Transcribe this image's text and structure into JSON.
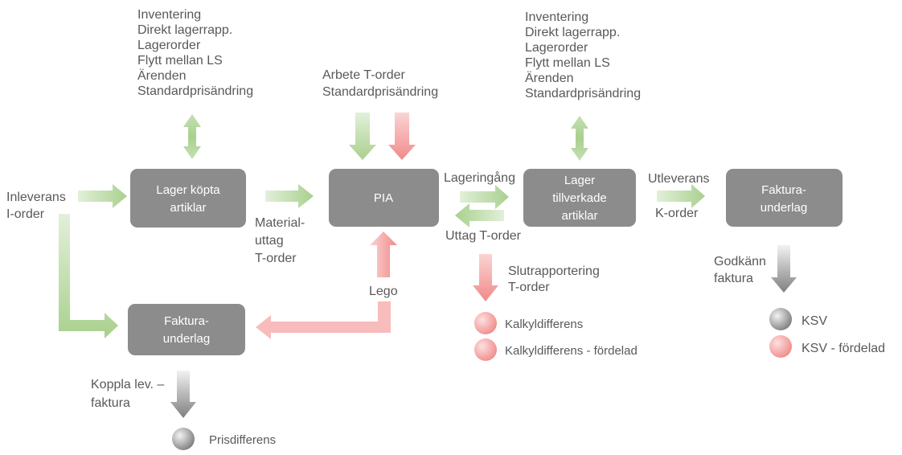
{
  "boxes": {
    "lager_kopta": [
      "Lager köpta",
      "artiklar"
    ],
    "pia": [
      "PIA"
    ],
    "lager_tillverkade": [
      "Lager",
      "tillverkade",
      "artiklar"
    ],
    "faktura_right": [
      "Faktura-",
      "underlag"
    ],
    "faktura_left": [
      "Faktura-",
      "underlag"
    ]
  },
  "labels": {
    "top_left": [
      "Inventering",
      "Direkt lagerrapp.",
      "Lagerorder",
      "Flytt mellan LS",
      "Ärenden",
      "Standardprisändring"
    ],
    "top_mid": [
      "Arbete T-order",
      "Standardprisändring"
    ],
    "top_right": [
      "Inventering",
      "Direkt lagerrapp.",
      "Lagerorder",
      "Flytt mellan LS",
      "Ärenden",
      "Standardprisändring"
    ],
    "inleverans": [
      "Inleverans",
      "I-order"
    ],
    "materialuttag": [
      "Material-",
      "uttag",
      "T-order"
    ],
    "lageringang": "Lageringång",
    "uttag_t_order": "Uttag T-order",
    "utleverans": "Utleverans",
    "k_order": "K-order",
    "lego": "Lego",
    "slutrapportering": [
      "Slutrapportering",
      "T-order"
    ],
    "godkann": [
      "Godkänn",
      "faktura"
    ],
    "koppla": [
      "Koppla lev. –",
      "faktura"
    ]
  },
  "legend": {
    "kalkyldifferens": "Kalkyldifferens",
    "kalkyldifferens_fordelad": "Kalkyldifferens - fördelad",
    "ksv": "KSV",
    "ksv_fordelad": "KSV - fördelad",
    "prisdifferens": "Prisdifferens"
  },
  "colors": {
    "box": "#8c8c8c",
    "green": "#a9d08e",
    "red": "#f08a8a",
    "gray": "#7f7f7f",
    "text": "#595959"
  }
}
